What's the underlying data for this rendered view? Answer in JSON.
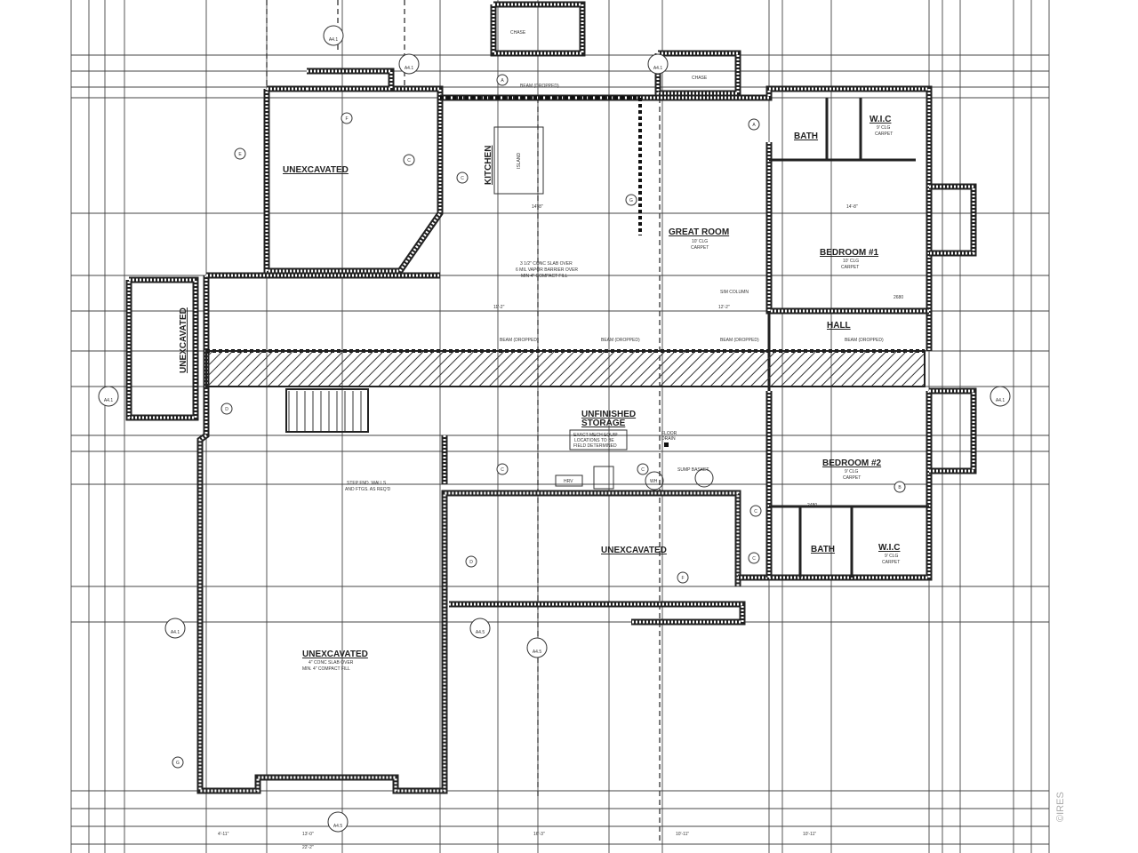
{
  "plan": {
    "rooms": {
      "unexcavated_nw": "UNEXCAVATED",
      "kitchen": "KITCHEN",
      "island": "ISLAND",
      "great_room": "GREAT ROOM",
      "great_room_clg": "10' CLG",
      "great_room_floor": "CARPET",
      "bath_1": "BATH",
      "wic_1": "W.I.C",
      "wic_1_clg": "9' CLG",
      "wic_1_floor": "CARPET",
      "bedroom_1": "BEDROOM #1",
      "bedroom_1_clg": "10' CLG",
      "bedroom_1_floor": "CARPET",
      "hall": "HALL",
      "unexcavated_w": "UNEXCAVATED",
      "storage_1": "UNFINISHED",
      "storage_2": "STORAGE",
      "bedroom_2": "BEDROOM #2",
      "bedroom_2_clg": "9' CLG",
      "bedroom_2_floor": "CARPET",
      "bath_2": "BATH",
      "wic_2": "W.I.C",
      "wic_2_clg": "9' CLG",
      "wic_2_floor": "CARPET",
      "unexcavated_mid": "UNEXCAVATED",
      "unexcavated_sw": "UNEXCAVATED"
    },
    "notes": {
      "slab_1": "3 1/2\" CONC SLAB OVER",
      "slab_2": "6 MIL VAPOR BARRIER OVER",
      "slab_3": "MIN 4\" COMPACT FILL",
      "mech_1": "EXACT MECH EQUIP",
      "mech_2": "LOCATIONS TO BE",
      "mech_3": "FIELD DETERMINED",
      "floor_drain_1": "FLOOR",
      "floor_drain_2": "DRAIN",
      "step_1": "STEP FND. WALLS",
      "step_2": "AND FTGS. AS REQ'D",
      "sw_slab_1": "4\" CONC SLAB OVER",
      "sw_slab_2": "MIN. 4\" COMPACT FILL",
      "sim_column": "SIM COLUMN",
      "hrv": "HRV",
      "wh": "WH",
      "sump": "SUMP BASKET",
      "beam_dropped": [
        "BEAM (DROPPED)",
        "BEAM (DROPPED)",
        "BEAM (DROPPED)",
        "BEAM (DROPPED)",
        "BEAM (DROPPED)"
      ],
      "chase_1": "CHASE",
      "chase_2": "CHASE",
      "door_2480": "2480",
      "door_2680": "2680"
    },
    "dimensions": {
      "d1": "22'-2\"",
      "d2": "14'-8\"",
      "d3": "11'-2\"",
      "d4": "12'-2\"",
      "d5": "14'-8\"",
      "d6": "10'-11\"",
      "d7": "10'-11\"",
      "d8": "16'-3\"",
      "d9": "4'-11\"",
      "d10": "13'-0\""
    },
    "section_tags": [
      "A4.1",
      "A4.1",
      "A4.1",
      "A4.1",
      "A4.1",
      "A4.1",
      "A4.5",
      "A4.5",
      "A4.5"
    ],
    "grid_tags": [
      "A",
      "A",
      "C",
      "C",
      "C",
      "C",
      "C",
      "C",
      "D",
      "D",
      "E",
      "F",
      "F",
      "G",
      "G",
      "B"
    ],
    "watermark": "©IRES"
  },
  "colors": {
    "line": "#222222",
    "background": "#ffffff",
    "watermark": "#aaaaaa"
  }
}
